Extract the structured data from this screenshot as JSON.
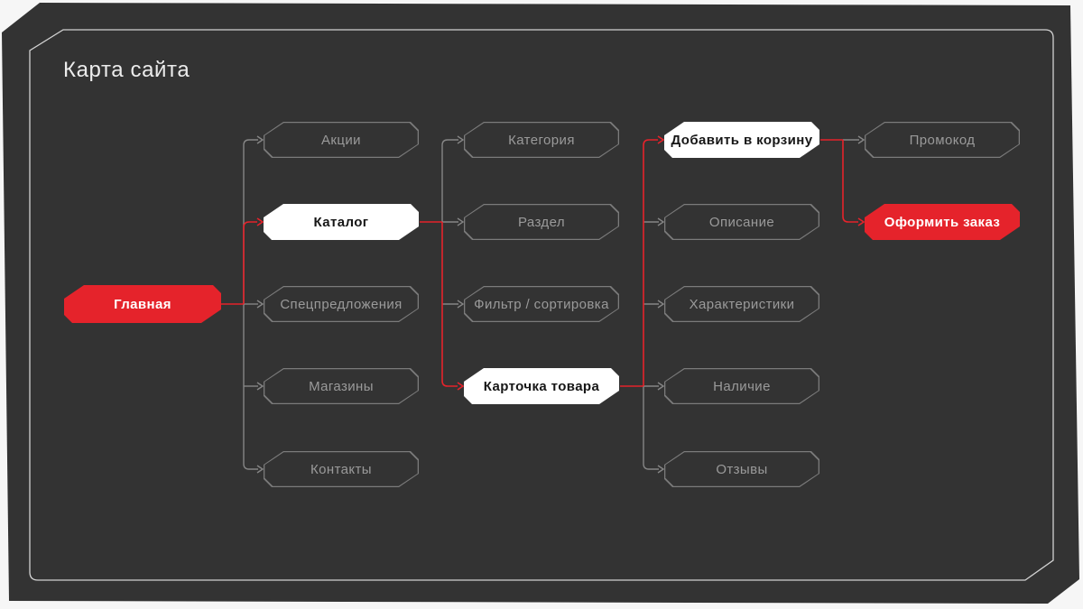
{
  "title": "Карта сайта",
  "colors": {
    "page_bg": "#f6f6f6",
    "panel_bg": "#333333",
    "outline": "#d2d2d2",
    "accent_red": "#e5232b",
    "connector": "#868686",
    "node_border": "#7b7b7b",
    "node_text": "#9a9a9a"
  },
  "nodes": {
    "home": {
      "label": "Главная",
      "variant": "red"
    },
    "promos": {
      "label": "Акции",
      "variant": "ghost"
    },
    "catalog": {
      "label": "Каталог",
      "variant": "white"
    },
    "specials": {
      "label": "Спецпредложения",
      "variant": "ghost"
    },
    "stores": {
      "label": "Магазины",
      "variant": "ghost"
    },
    "contacts": {
      "label": "Контакты",
      "variant": "ghost"
    },
    "category": {
      "label": "Категория",
      "variant": "ghost"
    },
    "section": {
      "label": "Раздел",
      "variant": "ghost"
    },
    "filter": {
      "label": "Фильтр / сортировка",
      "variant": "ghost"
    },
    "product": {
      "label": "Карточка товара",
      "variant": "white"
    },
    "add_to_cart": {
      "label": "Добавить в корзину",
      "variant": "white"
    },
    "description": {
      "label": "Описание",
      "variant": "ghost"
    },
    "specs": {
      "label": "Характеристики",
      "variant": "ghost"
    },
    "availability": {
      "label": "Наличие",
      "variant": "ghost"
    },
    "reviews": {
      "label": "Отзывы",
      "variant": "ghost"
    },
    "promo_code": {
      "label": "Промокод",
      "variant": "ghost"
    },
    "checkout": {
      "label": "Оформить заказ",
      "variant": "red"
    }
  },
  "highlighted_path": [
    "Главная",
    "Каталог",
    "Карточка товара",
    "Добавить в корзину",
    "Оформить заказ"
  ]
}
